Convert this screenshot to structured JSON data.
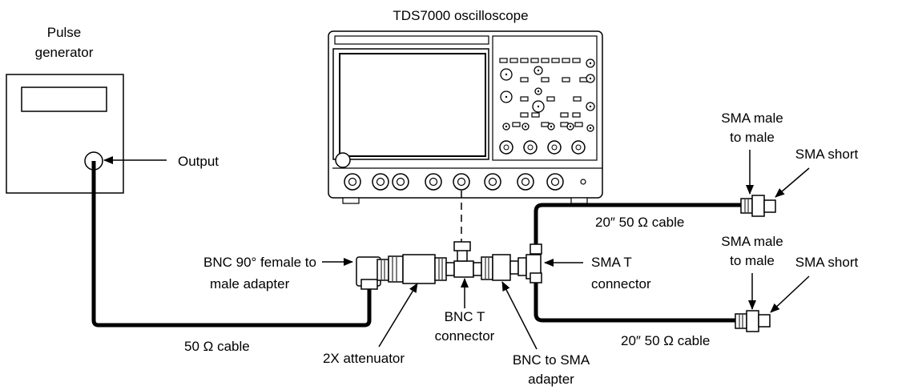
{
  "labels": {
    "pulse_generator_line1": "Pulse",
    "pulse_generator_line2": "generator",
    "oscilloscope": "TDS7000 oscilloscope",
    "output": "Output",
    "bnc90_line1": "BNC 90° female to",
    "bnc90_line2": "male adapter",
    "cable_50": "50 Ω cable",
    "attenuator": "2X attenuator",
    "bnc_t_line1": "BNC T",
    "bnc_t_line2": "connector",
    "bnc_sma_line1": "BNC to SMA",
    "bnc_sma_line2": "adapter",
    "sma_t_line1": "SMA T",
    "sma_t_line2": "connector",
    "cable_20_top": "20″ 50 Ω cable",
    "cable_20_bottom": "20″ 50 Ω cable",
    "sma_male_top_line1": "SMA male",
    "sma_male_top_line2": "to male",
    "sma_male_bottom_line1": "SMA male",
    "sma_male_bottom_line2": "to male",
    "sma_short_top": "SMA short",
    "sma_short_bottom": "SMA short"
  }
}
